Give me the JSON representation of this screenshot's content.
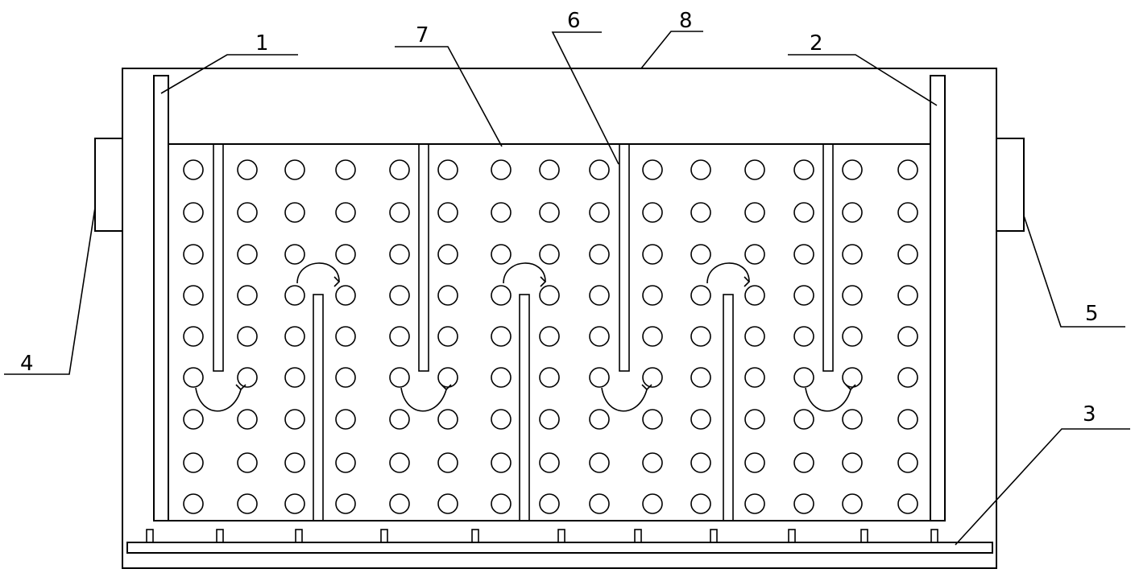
{
  "labels": [
    {
      "id": "1",
      "text": "1"
    },
    {
      "id": "2",
      "text": "2"
    },
    {
      "id": "3",
      "text": "3"
    },
    {
      "id": "4",
      "text": "4"
    },
    {
      "id": "5",
      "text": "5"
    },
    {
      "id": "6",
      "text": "6"
    },
    {
      "id": "7",
      "text": "7"
    },
    {
      "id": "8",
      "text": "8"
    }
  ],
  "colors": {
    "stroke": "#000000",
    "background": "#ffffff"
  }
}
